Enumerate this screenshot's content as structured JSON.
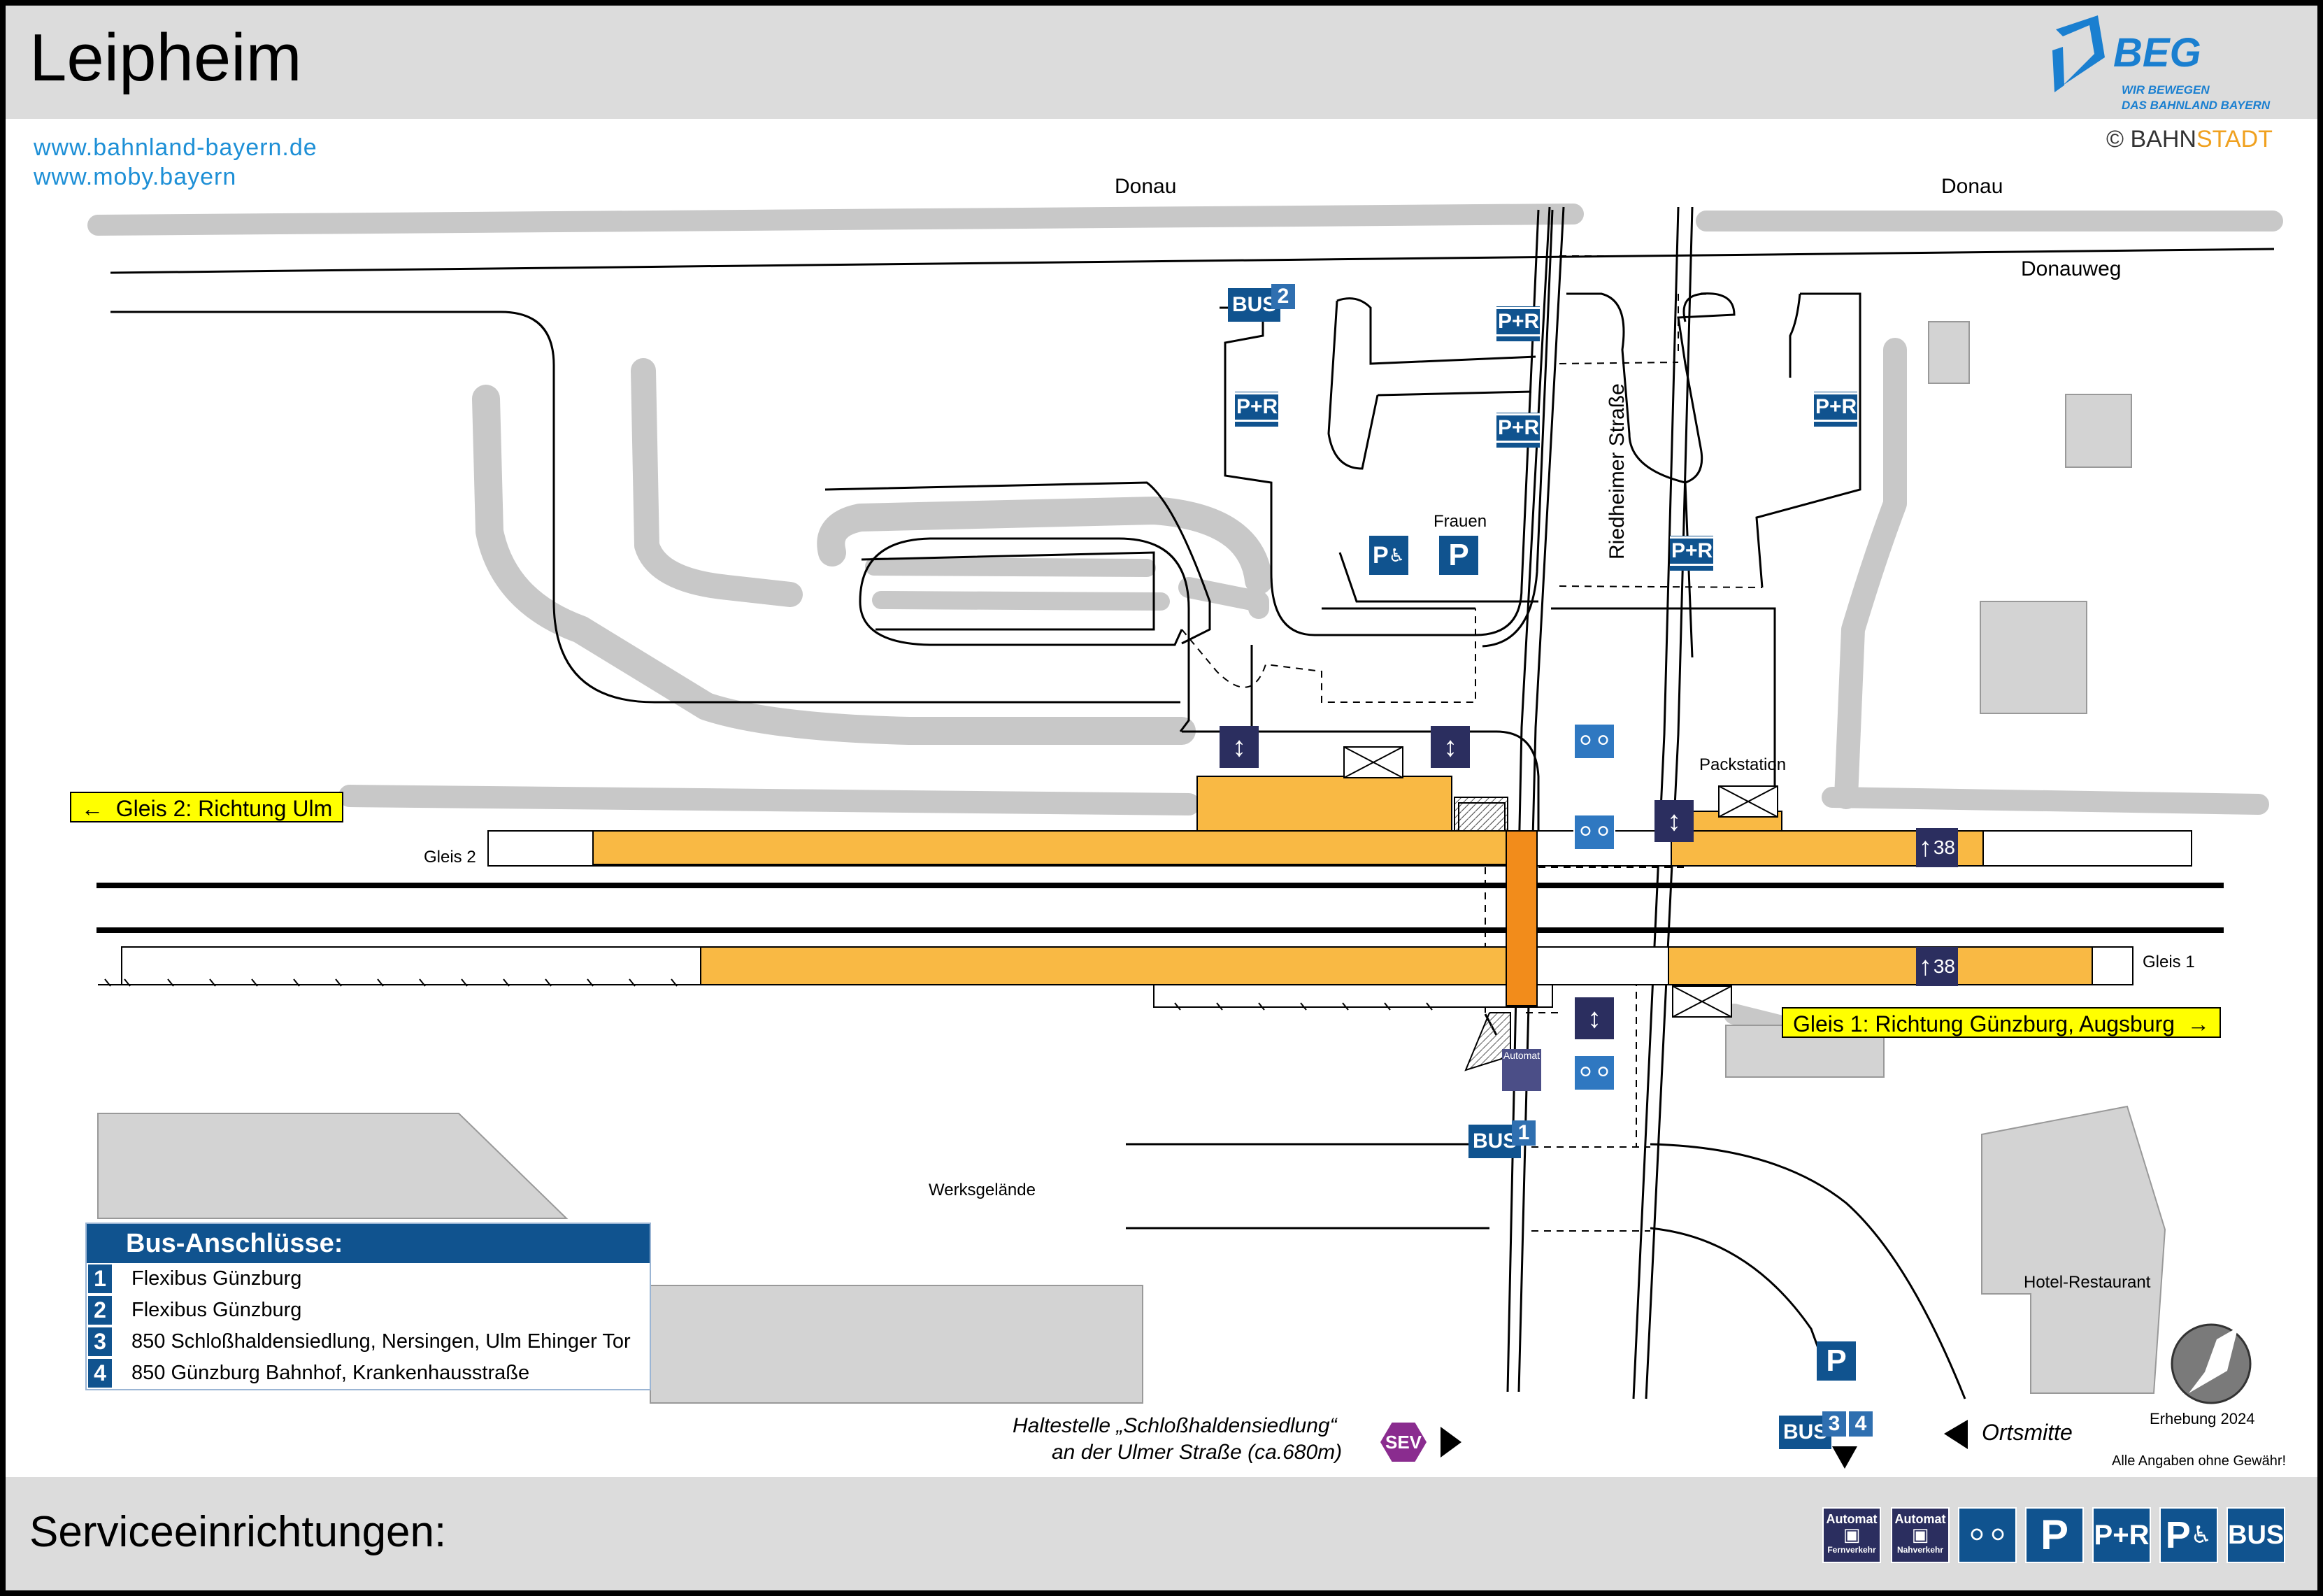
{
  "header": {
    "title": "Leipheim",
    "logo_word": "BEG",
    "logo_sub_1": "WIR BEWEGEN",
    "logo_sub_2": "DAS BAHNLAND BAYERN",
    "links": [
      "www.bahnland-bayern.de",
      "www.moby.bayern"
    ],
    "copyright": "© BAHN",
    "copyright_brand": "STADT"
  },
  "map": {
    "labels": {
      "donau_left": "Donau",
      "donau_right": "Donau",
      "donauweg": "Donauweg",
      "riedheimer": "Riedheimer Straße",
      "frauen": "Frauen",
      "packstation": "Packstation",
      "gleis2": "Gleis 2",
      "gleis1": "Gleis 1",
      "werksgelaende": "Werksgelände",
      "hotel": "Hotel-Restaurant",
      "erhebung": "Erhebung 2024",
      "haftung": "Alle Angaben ohne Gewähr!",
      "ortsmitte": "Ortsmitte",
      "haltestelle_1": "Haltestelle „Schloßhaldensiedlung“",
      "haltestelle_2": "an der Ulmer Straße (ca.680m)",
      "sev": "SEV",
      "platform_38": "38",
      "automat": "Automat"
    },
    "direction_gleis2": "Gleis 2: Richtung Ulm",
    "direction_gleis1": "Gleis 1: Richtung Günzburg, Augsburg",
    "signs": {
      "bus": "BUS",
      "p": "P",
      "pr": "P+R",
      "bus_num_2": "2",
      "bus_num_1": "1",
      "bus_num_3": "3",
      "bus_num_4": "4"
    },
    "colors": {
      "platform": "#f9b944",
      "stairs": "#f28c1b",
      "sign_blue": "#10538f",
      "lift": "#2b2e5f",
      "vegetation": "#c8c8c8",
      "building": "#d3d3d3"
    }
  },
  "bus_connections": {
    "title": "Bus-Anschlüsse:",
    "rows": [
      {
        "num": "1",
        "text": "Flexibus Günzburg"
      },
      {
        "num": "2",
        "text": "Flexibus Günzburg"
      },
      {
        "num": "3",
        "text": "850 Schloßhaldensiedlung, Nersingen, Ulm Ehinger Tor"
      },
      {
        "num": "4",
        "text": "850 Günzburg Bahnhof, Krankenhausstraße"
      }
    ]
  },
  "footer": {
    "title": "Serviceeinrichtungen:",
    "icons": [
      {
        "name": "automat-fernverkehr-icon",
        "top": "Automat",
        "bottom": "Fernverkehr"
      },
      {
        "name": "automat-nahverkehr-icon",
        "top": "Automat",
        "bottom": "Nahverkehr"
      },
      {
        "name": "bike-icon",
        "top": "",
        "bottom": ""
      },
      {
        "name": "parking-icon",
        "top": "P",
        "bottom": ""
      },
      {
        "name": "park-and-ride-icon",
        "top": "P+R",
        "bottom": ""
      },
      {
        "name": "disabled-parking-icon",
        "top": "P",
        "bottom": ""
      },
      {
        "name": "bus-icon",
        "top": "BUS",
        "bottom": ""
      }
    ]
  }
}
